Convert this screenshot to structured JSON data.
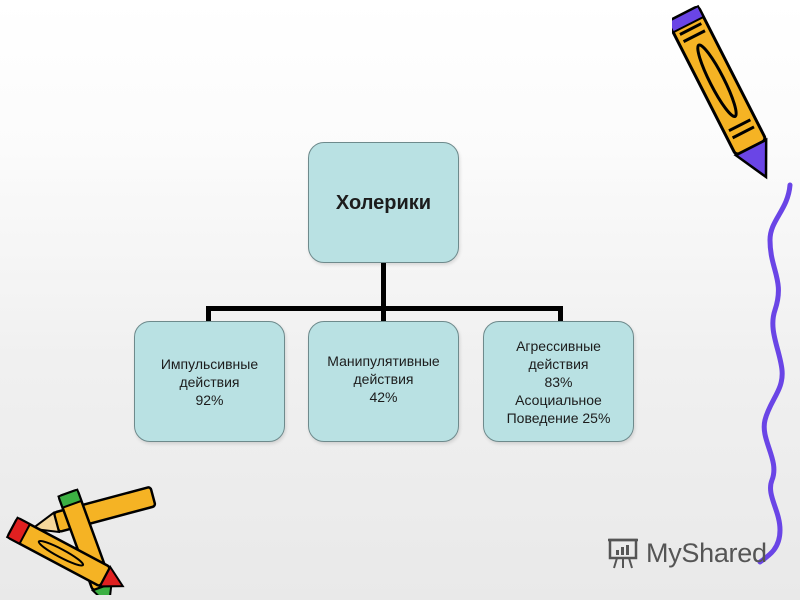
{
  "diagram": {
    "root": {
      "label": "Холерики"
    },
    "children": [
      {
        "label": "Импульсивные\nдействия\n92%"
      },
      {
        "label": "Манипулятивные\nдействия\n42%"
      },
      {
        "label": "Агрессивные\nдействия\n83%\nАсоциальное\nПоведение 25%"
      }
    ]
  },
  "watermark": {
    "text": "MyShared"
  },
  "colors": {
    "box_fill": "#b9e1e3",
    "box_border": "#6e8a8c",
    "connector": "#000000",
    "pencil_body": "#f5b324",
    "squiggle": "#6a45e6"
  }
}
